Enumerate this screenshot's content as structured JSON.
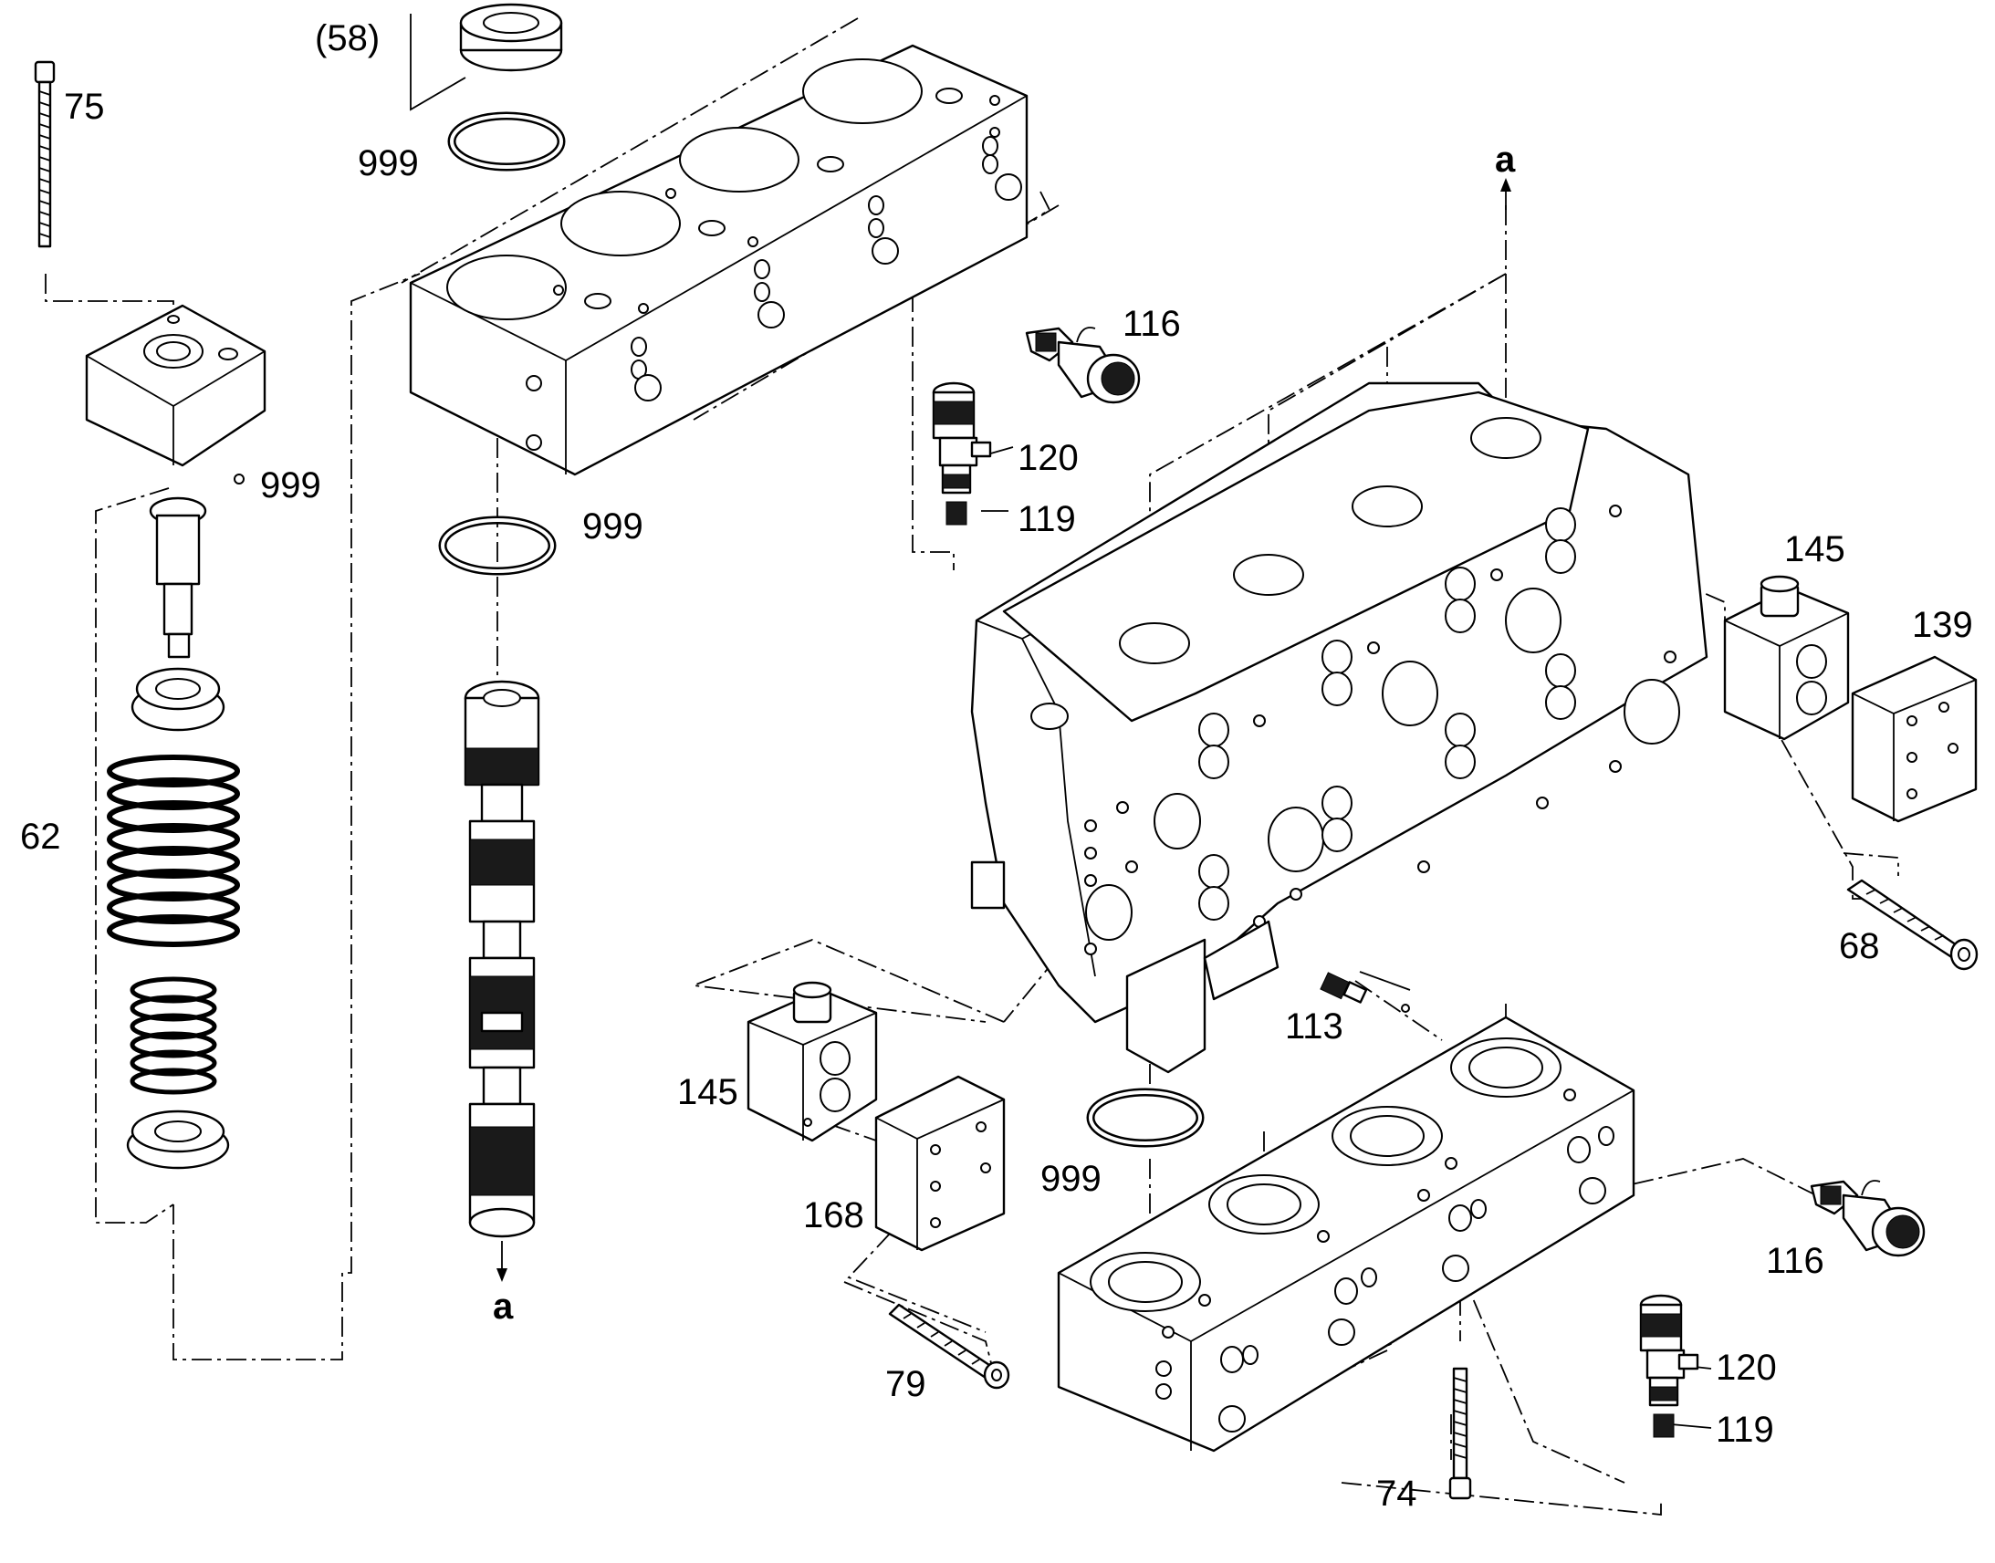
{
  "callouts": {
    "c58": "(58)",
    "c75": "75",
    "c999_top": "999",
    "c999_block": "999",
    "c999_mid": "999",
    "c999_low": "999",
    "c62": "62",
    "c116_top": "116",
    "c120_top": "120",
    "c119_top": "119",
    "c145_right": "145",
    "c139": "139",
    "c68": "68",
    "c113": "113",
    "c145_left": "145",
    "c168": "168",
    "c79": "79",
    "c116_bottom": "116",
    "c120_bottom": "120",
    "c119_bottom": "119",
    "c74": "74",
    "a_top": "a",
    "a_bottom": "a"
  }
}
